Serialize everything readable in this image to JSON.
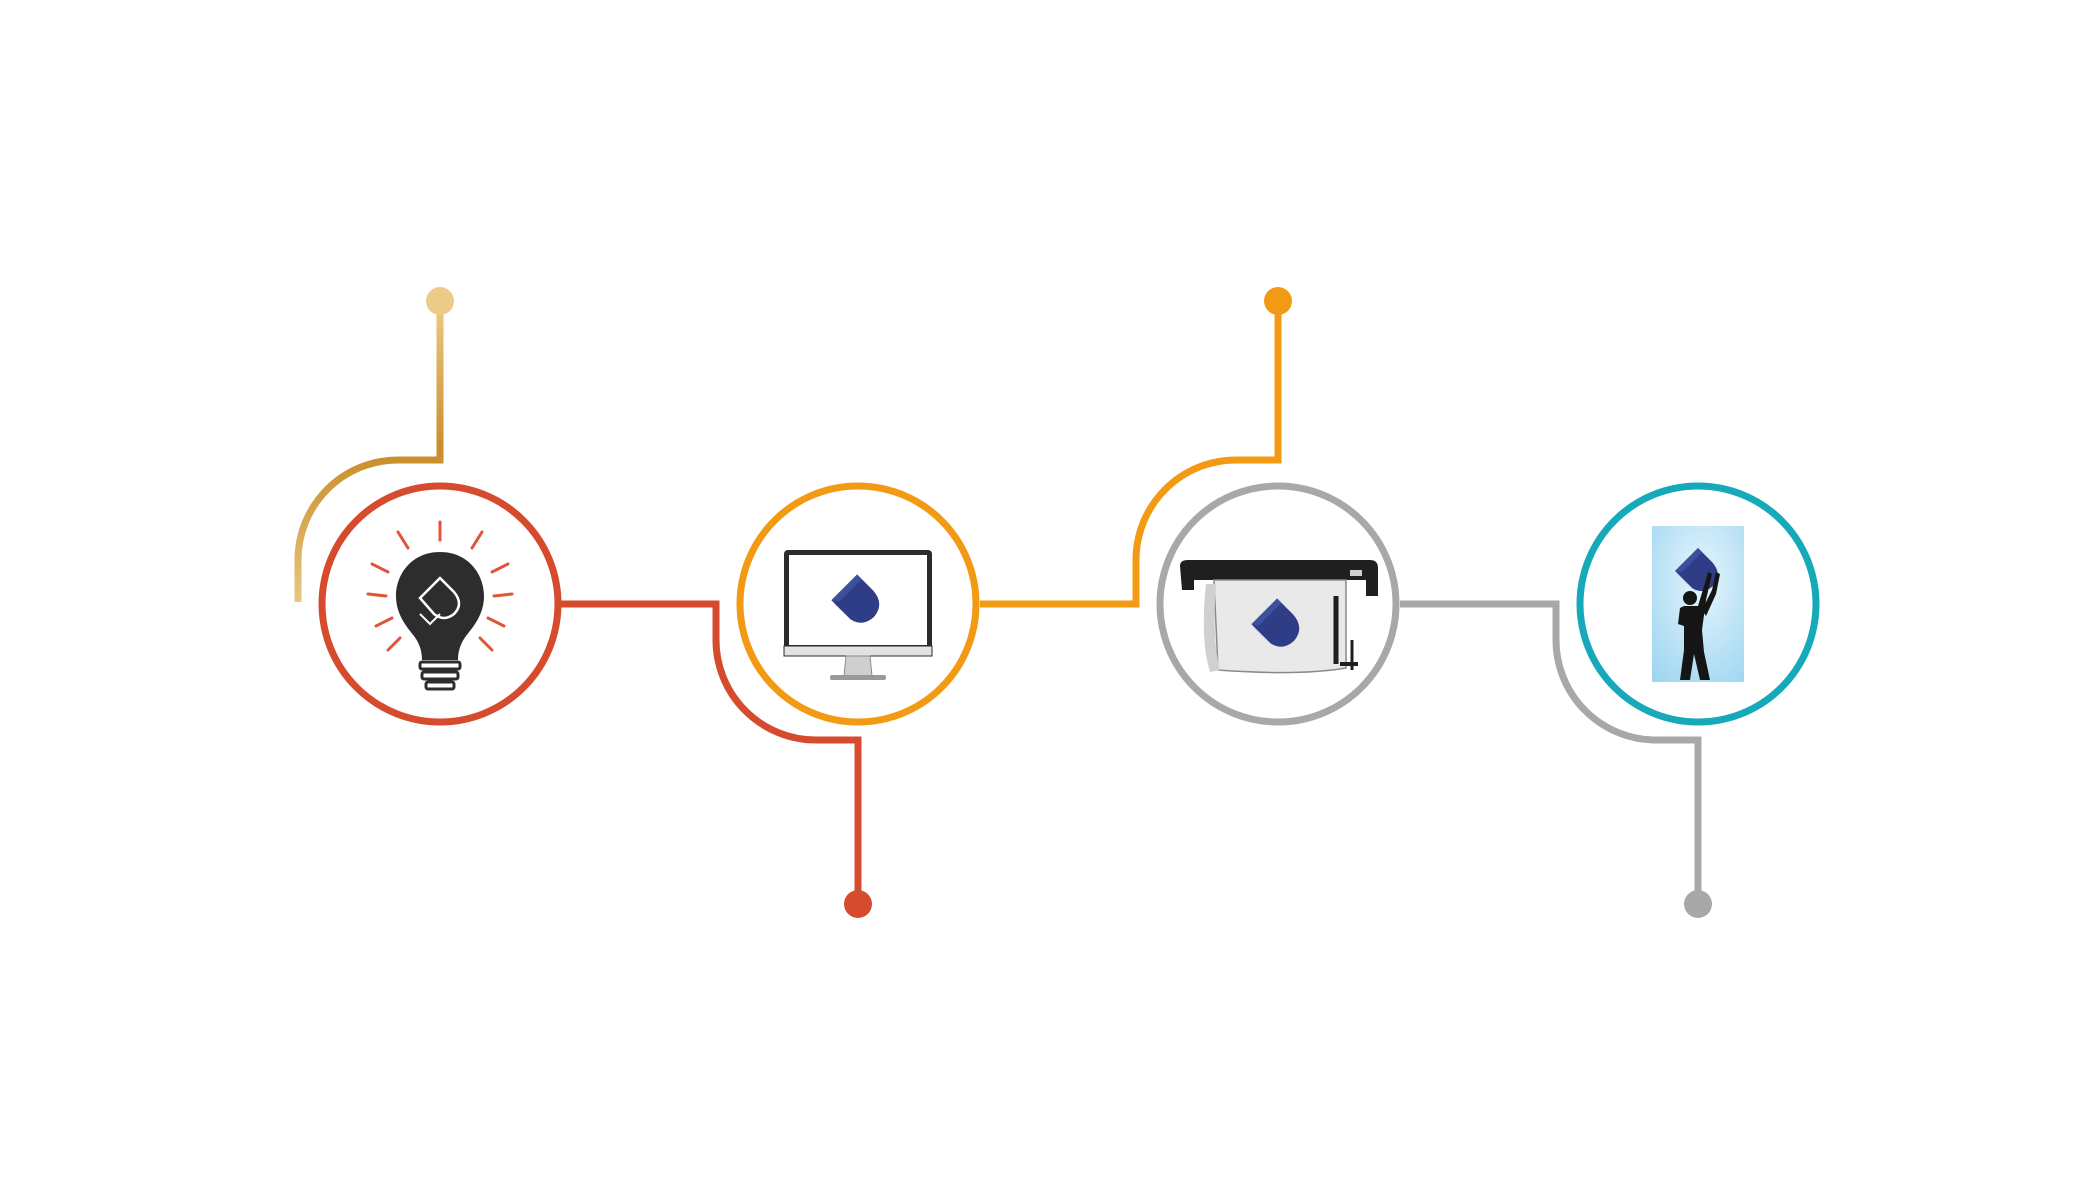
{
  "diagram": {
    "type": "process-timeline",
    "background_color": "#ffffff",
    "steps": [
      {
        "id": "idea",
        "icon": "lightbulb-icon",
        "ring_color": "#d64b2e",
        "connector_color": "#d4a64a",
        "connector_direction": "up"
      },
      {
        "id": "design",
        "icon": "monitor-icon",
        "ring_color": "#f39a14",
        "connector_color": "#d64b2e",
        "connector_direction": "down"
      },
      {
        "id": "print",
        "icon": "printer-icon",
        "ring_color": "#a8a8a8",
        "connector_color": "#f39a14",
        "connector_direction": "up"
      },
      {
        "id": "install",
        "icon": "installer-icon",
        "ring_color": "#16a9b9",
        "connector_color": "#a8a8a8",
        "connector_direction": "down"
      }
    ],
    "logo_color": "#2f3d86",
    "logo_shadow_color": "#b9bfd8",
    "icon_dark_color": "#2d2d2d",
    "sky_panel_color": "#aadcf4"
  }
}
